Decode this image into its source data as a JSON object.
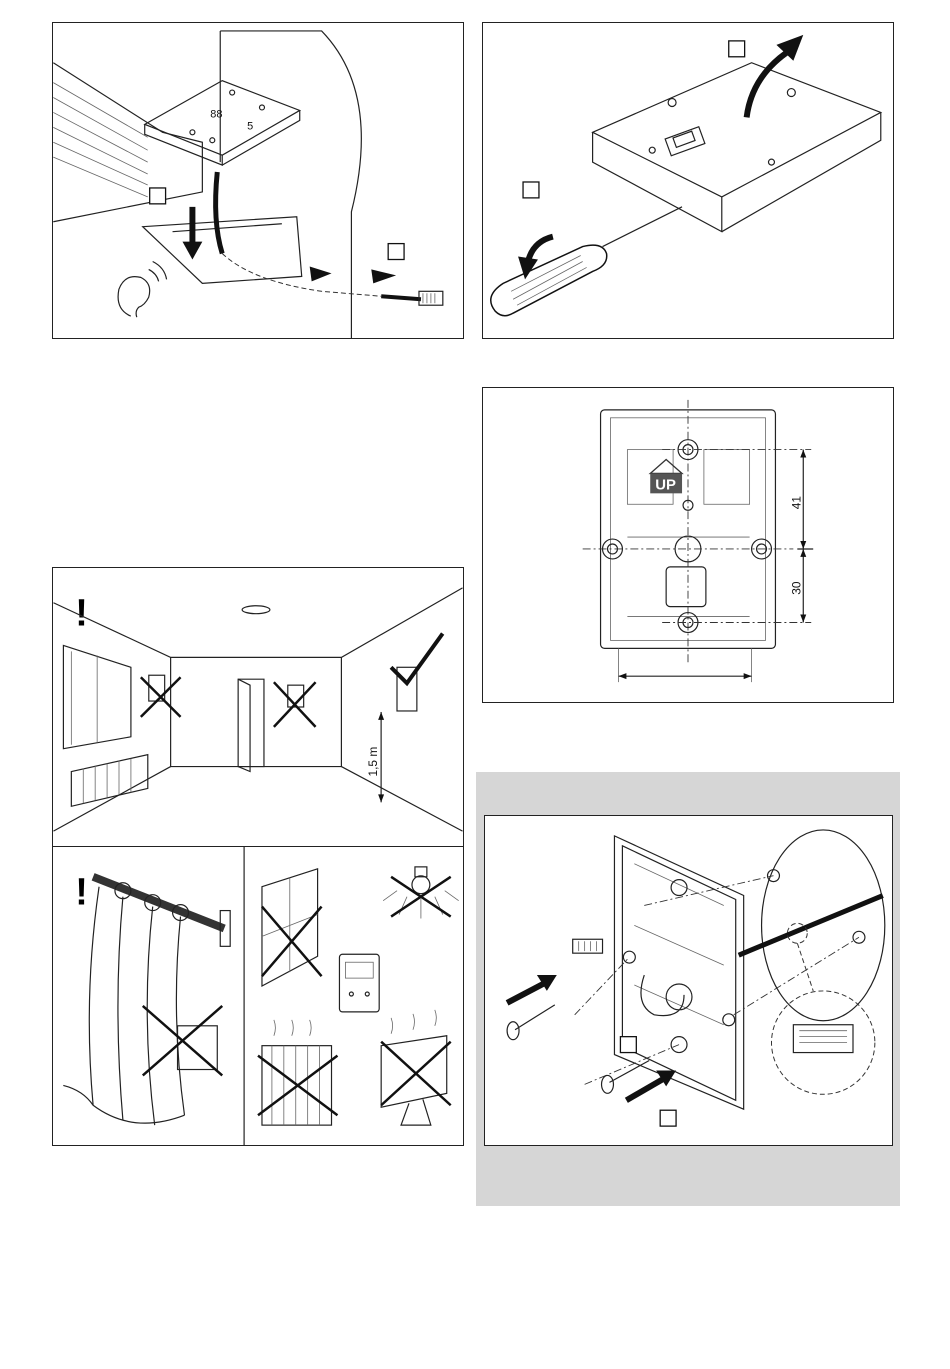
{
  "panels": {
    "install_display": {
      "step_marks": [
        "",
        "",
        ""
      ],
      "display_digits": "88",
      "display_digits_small": "5"
    },
    "open_case": {
      "step_marks": [
        "",
        ""
      ]
    },
    "dimension_drawing": {
      "dim_top": "41",
      "dim_bottom": "30",
      "up_label": "UP"
    },
    "placement_room": {
      "height_label": "1,5 m",
      "warning_mark": "!"
    },
    "placement_avoid": {
      "warning_mark": "!"
    },
    "mount_base": {
      "step_marks": [
        "",
        ""
      ]
    }
  }
}
